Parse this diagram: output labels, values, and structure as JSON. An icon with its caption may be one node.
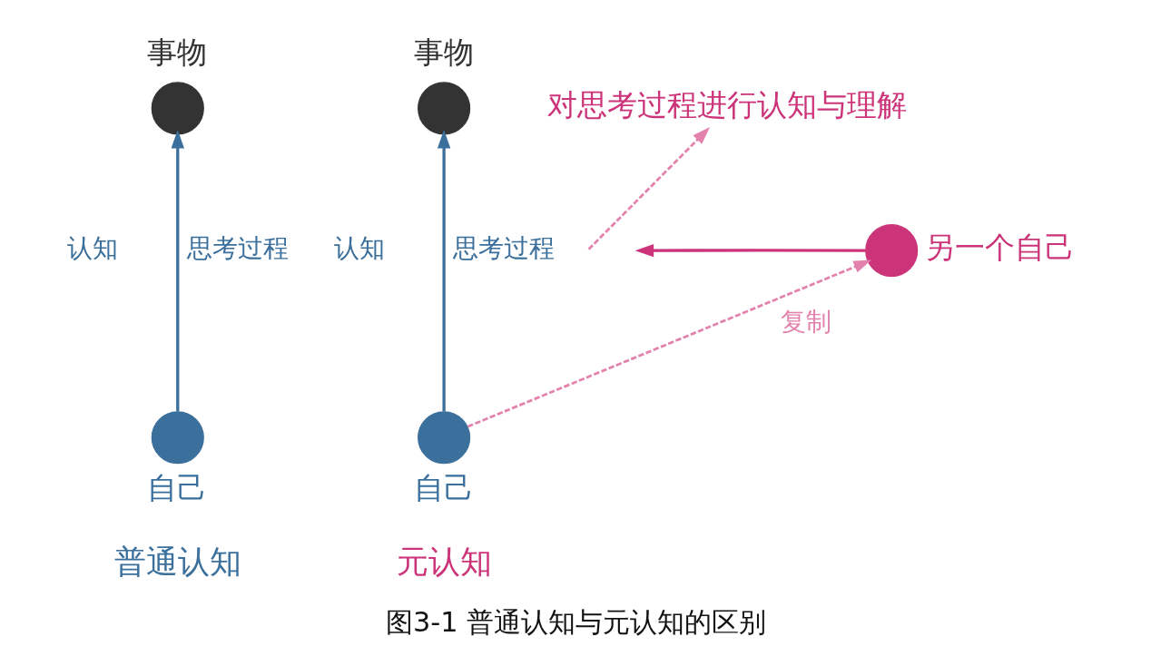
{
  "diagram": {
    "caption": "图3-1 普通认知与元认知的区别",
    "nodes": [
      {
        "text": [
          "事物"
        ]
      },
      {
        "text": [
          "自己"
        ]
      },
      {
        "text": [
          "事物"
        ]
      },
      {
        "text": [
          "自己"
        ]
      },
      {
        "text": [
          "另一个自己"
        ]
      },
      {
        "text": [
          "对思考过程进行认知与理解"
        ]
      }
    ],
    "edges": [
      {
        "from": 1,
        "to": 0,
        "arrow": "to",
        "label": "思考过程",
        "color": "#3b6f9c"
      },
      {
        "from": 3,
        "to": 2,
        "arrow": "to",
        "label": "思考过程",
        "color": "#3b6f9c"
      },
      {
        "from": 4,
        "to": null,
        "arrow": "to",
        "color": "#cc3479"
      },
      {
        "from": 3,
        "to": 4,
        "arrow": "to",
        "label": "复制",
        "style": "dashed",
        "color": "#e383ad"
      },
      {
        "from": null,
        "to": 5,
        "arrow": "to",
        "style": "dashed",
        "color": "#e383ad"
      }
    ],
    "labels": [
      "认知",
      "认知",
      "普通认知",
      "元认知"
    ]
  }
}
